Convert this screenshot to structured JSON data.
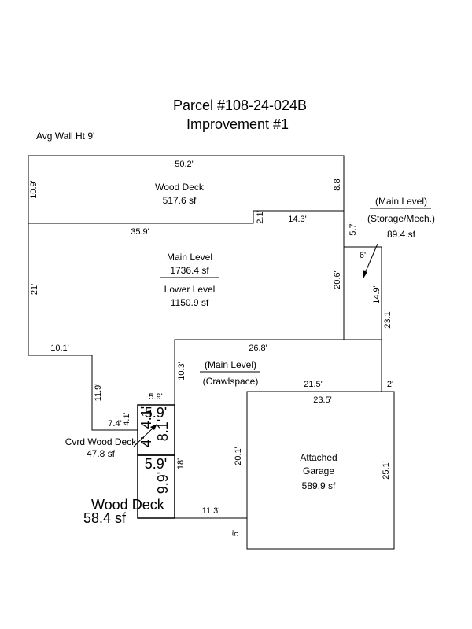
{
  "title": {
    "line1": "Parcel #108-24-024B",
    "line2": "Improvement #1"
  },
  "avg_wall": "Avg Wall Ht 9'",
  "areas": {
    "wood_deck_top_name": "Wood Deck",
    "wood_deck_top_area": "517.6 sf",
    "main_level_name": "Main Level",
    "main_level_area": "1736.4 sf",
    "lower_level_name": "Lower Level",
    "lower_level_area": "1150.9 sf",
    "storage_name1": "(Main Level)",
    "storage_name2": "(Storage/Mech.)",
    "storage_area": "89.4 sf",
    "crawl_name1": "(Main Level)",
    "crawl_name2": "(Crawlspace)",
    "garage_name1": "Attached",
    "garage_name2": "Garage",
    "garage_area": "589.9 sf",
    "cvrd_deck_name": "Cvrd Wood Deck",
    "cvrd_deck_area": "47.8 sf",
    "wood_deck_small_name": "Wood Deck",
    "wood_deck_small_area": "58.4 sf"
  },
  "dimensions": {
    "d_50_2": "50.2'",
    "d_10_9": "10.9'",
    "d_8_8": "8.8'",
    "d_14_3": "14.3'",
    "d_2_1": "2.1'",
    "d_35_9": "35.9'",
    "d_5_7": "5.7'",
    "d_6": "6'",
    "d_21": "21'",
    "d_20_6": "20.6'",
    "d_14_9": "14.9'",
    "d_23_1": "23.1'",
    "d_10_1": "10.1'",
    "d_26_8": "26.8'",
    "d_10_3": "10.3'",
    "d_11_9": "11.9'",
    "d_21_5": "21.5'",
    "d_2": "2'",
    "d_23_5": "23.5'",
    "d_5_9a": "5.9'",
    "d_5_9b": "5.9'",
    "d_5_9c": "5.9'",
    "d_7_4": "7.4'",
    "d_4_1a": "4.1'",
    "d_4_1b": "4.1'",
    "d_8_1": "8.1'",
    "d_4": "4'",
    "d_20_1": "20.1'",
    "d_25_1": "25.1'",
    "d_18": "18'",
    "d_9_9": "9.9'",
    "d_11_3": "11.3'",
    "d_5": "5'"
  }
}
